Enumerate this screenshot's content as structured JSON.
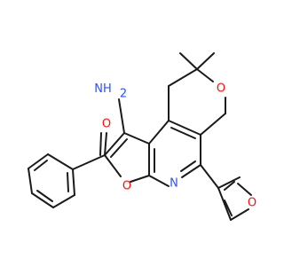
{
  "colors": {
    "bond": "#1a1a1a",
    "oxygen": "#ff0d0d",
    "nitrogen": "#3050f8",
    "background": "#ffffff"
  },
  "atoms": {
    "amino": "NH",
    "amino_subscript": "2",
    "carbonyl_oxygen": "O",
    "furan_oxygen_fused": "O",
    "pyridine_nitrogen": "N",
    "pyran_oxygen": "O",
    "furyl_oxygen": "O"
  }
}
